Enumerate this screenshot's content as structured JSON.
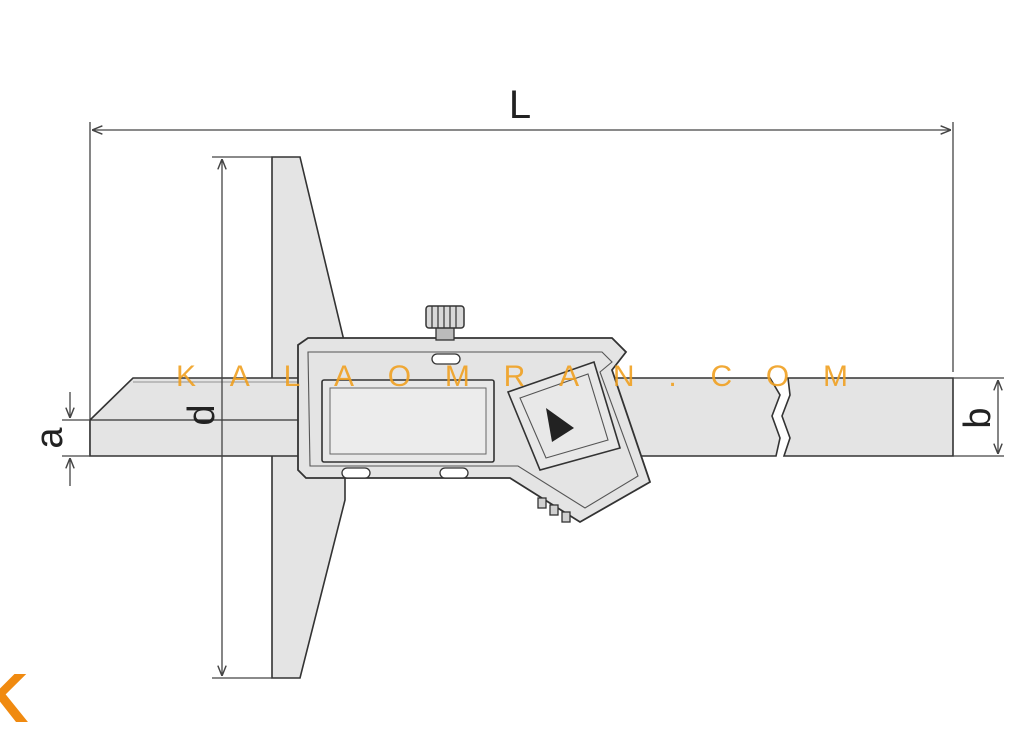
{
  "labels": {
    "length": "L",
    "depth": "d",
    "base_thickness": "a",
    "bar_thickness": "b"
  },
  "watermark": {
    "text": "KALAOMRAN.COM",
    "color": "#f0a020"
  },
  "logo": {
    "glyph": "K",
    "color": "#f08a10"
  },
  "colors": {
    "metal_fill": "#e4e4e4",
    "outline": "#333333",
    "dimension_line": "#444444"
  },
  "display": {
    "icon": "play-triangle-icon"
  }
}
